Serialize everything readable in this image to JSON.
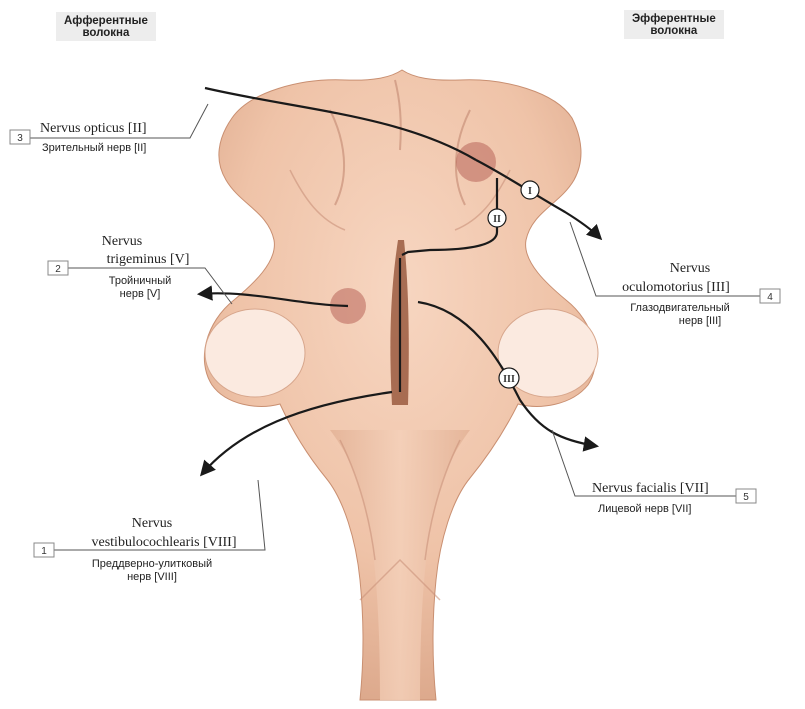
{
  "headers": {
    "afferent": [
      "Афферентные",
      "волокна"
    ],
    "efferent": [
      "Эфферентные",
      "волокна"
    ]
  },
  "labels": {
    "opticus": {
      "num": "3",
      "latin": "Nervus opticus [II]",
      "rus": "Зрительный нерв [II]"
    },
    "trigeminus": {
      "num": "2",
      "latin1": "Nervus",
      "latin2": "trigeminus [V]",
      "rus1": "Тройничный",
      "rus2": "нерв [V]"
    },
    "vestibulo": {
      "num": "1",
      "latin1": "Nervus",
      "latin2": "vestibulocochlearis [VIII]",
      "rus1": "Преддверно-улитковый",
      "rus2": "нерв [VIII]"
    },
    "oculomotorius": {
      "num": "4",
      "latin1": "Nervus",
      "latin2": "oculomotorius [III]",
      "rus1": "Глазодвигательный",
      "rus2": "нерв [III]"
    },
    "facialis": {
      "num": "5",
      "latin": "Nervus facialis [VII]",
      "rus": "Лицевой нерв [VII]"
    }
  },
  "neurons": [
    "I",
    "II",
    "III"
  ],
  "colors": {
    "tissue": "#efc3a8",
    "tissue_shadow": "#d9a487",
    "tissue_dark": "#b97a5b",
    "nucleus": "#b8645a",
    "fiber": "#1a1a1a",
    "leader": "#555555",
    "header_bg": "#ededed"
  }
}
